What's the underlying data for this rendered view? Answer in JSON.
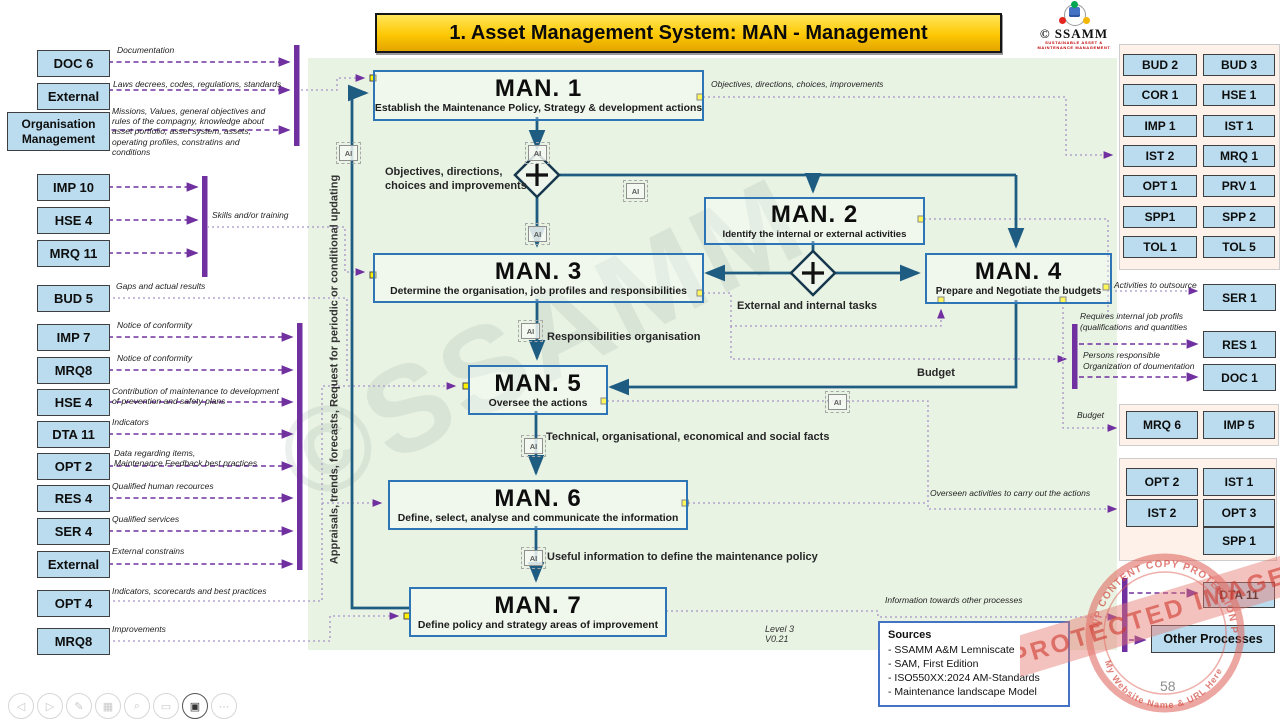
{
  "title": "1. Asset Management System: MAN - Management",
  "logo": {
    "brand": "© SSAMM",
    "tagline": "SUSTAINABLE ASSET &\nMAINTENANCE MANAGEMENT"
  },
  "canvas": {
    "watermark": "©SSAMM",
    "vertical_note": "Appraisals, trends, forecasts, Request for periodic or conditional updating",
    "level_version": "Level 3\nV0.21"
  },
  "icons": {
    "ai": "AI"
  },
  "processes": [
    {
      "id": "MAN. 1",
      "desc": "Establish the Maintenance Policy, Strategy & development actions"
    },
    {
      "id": "MAN. 2",
      "desc": "Identify the internal or external activities"
    },
    {
      "id": "MAN. 3",
      "desc": "Determine the organisation, job profiles and responsibilities"
    },
    {
      "id": "MAN. 4",
      "desc": "Prepare and Negotiate the budgets"
    },
    {
      "id": "MAN. 5",
      "desc": "Oversee the actions"
    },
    {
      "id": "MAN. 6",
      "desc": "Define, select, analyse and communicate the information"
    },
    {
      "id": "MAN. 7",
      "desc": "Define policy and strategy areas of improvement"
    }
  ],
  "flow_labels": {
    "objectives_internal": "Objectives, directions,\nchoices and improvements",
    "objectives_out": "Objectives, directions, choices, improvements",
    "external_internal": "External and internal tasks",
    "responsibilities": "Responsibilities organisation",
    "budget_line": "Budget",
    "technical": "Technical, organisational, economical and social facts",
    "useful": "Useful information to define the maintenance policy"
  },
  "left_inputs": [
    {
      "id": "DOC 6",
      "note": "Documentation"
    },
    {
      "id": "External",
      "note": "Laws decrees, codes, regulations, standards"
    },
    {
      "id": "Organisation\nManagement",
      "note": "Missions, Values, general objectives and\nrules of the compagny, knowledge about\nasset portfolio, asset system, assets,\noperating profiles, constratins and\nconditions"
    },
    {
      "id": "IMP 10",
      "note": ""
    },
    {
      "id": "HSE 4",
      "note": "Skills and/or training"
    },
    {
      "id": "MRQ 11",
      "note": ""
    },
    {
      "id": "BUD 5",
      "note": "Gaps and actual results"
    },
    {
      "id": "IMP 7",
      "note": "Notice of conformity"
    },
    {
      "id": "MRQ8",
      "note": "Notice of conformity"
    },
    {
      "id": "HSE 4",
      "note": "Contribution of maintenance to development\nof prevention and safety plans"
    },
    {
      "id": "DTA 11",
      "note": "Indicators"
    },
    {
      "id": "OPT 2",
      "note": "Data regarding items,\nMaintenance Feedback best practices"
    },
    {
      "id": "RES 4",
      "note": "Qualified human recources"
    },
    {
      "id": "SER 4",
      "note": "Qualified services"
    },
    {
      "id": "External",
      "note": "External constrains"
    },
    {
      "id": "OPT 4",
      "note": "Indicators, scorecards and best practices"
    },
    {
      "id": "MRQ8",
      "note": "Improvements"
    }
  ],
  "right_outputs": {
    "grid_top": [
      "BUD 2",
      "BUD 3",
      "COR 1",
      "HSE 1",
      "IMP 1",
      "IST 1",
      "IST 2",
      "MRQ 1",
      "OPT 1",
      "PRV 1",
      "SPP1",
      "SPP 2",
      "TOL 1",
      "TOL 5"
    ],
    "ser1": "SER 1",
    "res1": "RES 1",
    "doc1": "DOC 1",
    "mrq6": "MRQ 6",
    "imp5": "IMP 5",
    "grid_mid": [
      "OPT 2",
      "IST 1",
      "IST 2",
      "OPT 3",
      "SPP 1"
    ],
    "dta11": "DTA 11",
    "other": "Other Processes",
    "labels": {
      "outsource": "Activities to outsource",
      "job_profiles": "Requires internal job profils\n(qualifications and quantities",
      "persons": "Persons responsible\nOrganization of doumentation",
      "budget": "Budget",
      "overseen": "Overseen activities to carry out the actions",
      "information": "Information towards other processes"
    }
  },
  "sources": {
    "title": "Sources",
    "items": [
      "- SSAMM A&M Lemniscate",
      "- SAM, First Edition",
      "- ISO550XX:2024 AM-Standards",
      "- Maintenance landscape Model"
    ]
  },
  "stamp": {
    "band": "PROTECTED IMAGE",
    "ring_top": "WP CONTENT COPY PROTECTION PLUGIN",
    "ring_bottom": "My Website Name & URL Here"
  },
  "page_number": "58",
  "toolbar": [
    {
      "name": "previous-slide",
      "glyph": "◁"
    },
    {
      "name": "next-slide",
      "glyph": "▷"
    },
    {
      "name": "pen-tool",
      "glyph": "✎"
    },
    {
      "name": "show-all-slides",
      "glyph": "▦"
    },
    {
      "name": "zoom-slide",
      "glyph": "⌕"
    },
    {
      "name": "captions",
      "glyph": "▭"
    },
    {
      "name": "camera",
      "glyph": "▣"
    },
    {
      "name": "more-options",
      "glyph": "⋯"
    }
  ]
}
